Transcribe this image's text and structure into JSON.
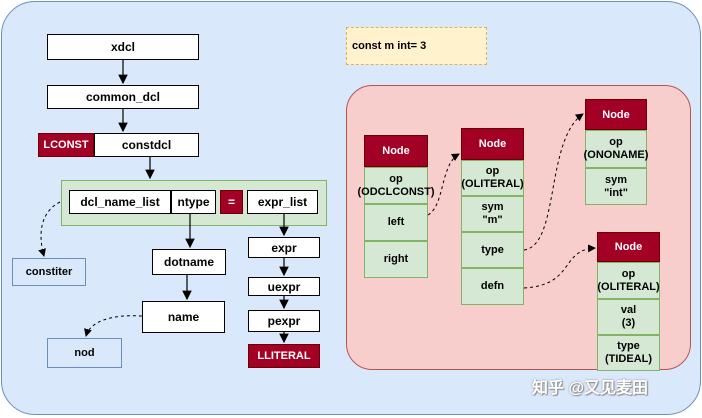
{
  "note": "const m int= 3",
  "chain": {
    "xdcl": "xdcl",
    "common_dcl": "common_dcl",
    "lconst": "LCONST",
    "constdcl": "constdcl"
  },
  "row": {
    "dcl_name_list": "dcl_name_list",
    "ntype": "ntype",
    "eq": "=",
    "expr_list": "expr_list"
  },
  "left_branch": {
    "constiter": "constiter",
    "dotname": "dotname",
    "name": "name",
    "nod": "nod"
  },
  "right_branch": {
    "expr": "expr",
    "uexpr": "uexpr",
    "pexpr": "pexpr",
    "lliteral": "LLITERAL"
  },
  "nodes": {
    "n1": {
      "title": "Node",
      "op": "op\n(ODCLCONST)",
      "left": "left",
      "right": "right"
    },
    "n2": {
      "title": "Node",
      "op": "op\n(OLITERAL)",
      "sym": "sym\n\"m\"",
      "type": "type",
      "defn": "defn"
    },
    "n3": {
      "title": "Node",
      "op": "op\n(ONONAME)",
      "sym": "sym\n\"int\""
    },
    "n4": {
      "title": "Node",
      "op": "op\n(OLITERAL)",
      "val": "val\n(3)",
      "type": "type\n(TIDEAL)"
    }
  },
  "watermark": "知乎 @又见麦田"
}
